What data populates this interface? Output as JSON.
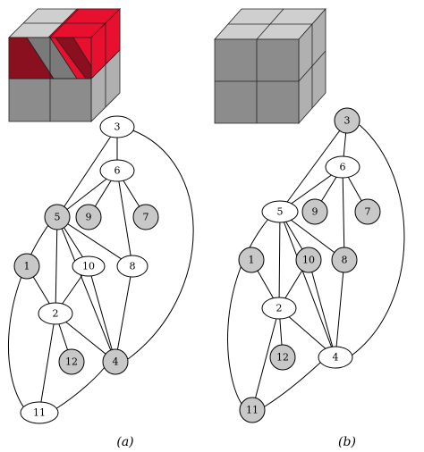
{
  "colors": {
    "filled_node": "#c8c8c8",
    "empty_node": "#ffffff",
    "cube_top": "#cfcfcf",
    "cube_front": "#8c8c8c",
    "cube_side": "#b0b0b0",
    "cube_front_dark": "#7a7a7a",
    "highlight_red": "#e8102e",
    "highlight_red_dark": "#8a0f1f"
  },
  "panels": [
    {
      "id": "a",
      "caption": "(a)",
      "nodes": [
        {
          "id": "3",
          "label": "3",
          "filled": false
        },
        {
          "id": "6",
          "label": "6",
          "filled": false
        },
        {
          "id": "5",
          "label": "5",
          "filled": true
        },
        {
          "id": "9",
          "label": "9",
          "filled": true
        },
        {
          "id": "7",
          "label": "7",
          "filled": true
        },
        {
          "id": "1",
          "label": "1",
          "filled": true
        },
        {
          "id": "10",
          "label": "10",
          "filled": false
        },
        {
          "id": "8",
          "label": "8",
          "filled": false
        },
        {
          "id": "2",
          "label": "2",
          "filled": false
        },
        {
          "id": "12",
          "label": "12",
          "filled": true
        },
        {
          "id": "4",
          "label": "4",
          "filled": true
        },
        {
          "id": "11",
          "label": "11",
          "filled": false
        }
      ],
      "edges": [
        [
          "3",
          "6"
        ],
        [
          "3",
          "5"
        ],
        [
          "6",
          "5"
        ],
        [
          "6",
          "9"
        ],
        [
          "6",
          "7"
        ],
        [
          "6",
          "8"
        ],
        [
          "5",
          "8"
        ],
        [
          "5",
          "10"
        ],
        [
          "5",
          "2"
        ],
        [
          "1",
          "2"
        ],
        [
          "10",
          "2"
        ],
        [
          "10",
          "4"
        ],
        [
          "2",
          "4"
        ],
        [
          "2",
          "12"
        ],
        [
          "2",
          "11"
        ],
        [
          "8",
          "4"
        ],
        [
          "3",
          "4"
        ],
        [
          "5",
          "11"
        ],
        [
          "5",
          "4"
        ],
        [
          "11",
          "4"
        ]
      ]
    },
    {
      "id": "b",
      "caption": "(b)",
      "nodes": [
        {
          "id": "3",
          "label": "3",
          "filled": true
        },
        {
          "id": "6",
          "label": "6",
          "filled": false
        },
        {
          "id": "5",
          "label": "5",
          "filled": false
        },
        {
          "id": "9",
          "label": "9",
          "filled": true
        },
        {
          "id": "7",
          "label": "7",
          "filled": true
        },
        {
          "id": "1",
          "label": "1",
          "filled": true
        },
        {
          "id": "10",
          "label": "10",
          "filled": true
        },
        {
          "id": "8",
          "label": "8",
          "filled": true
        },
        {
          "id": "2",
          "label": "2",
          "filled": false
        },
        {
          "id": "12",
          "label": "12",
          "filled": true
        },
        {
          "id": "4",
          "label": "4",
          "filled": false
        },
        {
          "id": "11",
          "label": "11",
          "filled": true
        }
      ],
      "edges": [
        [
          "3",
          "6"
        ],
        [
          "3",
          "5"
        ],
        [
          "6",
          "5"
        ],
        [
          "6",
          "9"
        ],
        [
          "6",
          "7"
        ],
        [
          "6",
          "8"
        ],
        [
          "5",
          "8"
        ],
        [
          "5",
          "10"
        ],
        [
          "5",
          "2"
        ],
        [
          "1",
          "2"
        ],
        [
          "10",
          "2"
        ],
        [
          "10",
          "4"
        ],
        [
          "2",
          "4"
        ],
        [
          "2",
          "12"
        ],
        [
          "2",
          "11"
        ],
        [
          "8",
          "4"
        ],
        [
          "3",
          "4"
        ],
        [
          "5",
          "11"
        ],
        [
          "5",
          "4"
        ],
        [
          "11",
          "4"
        ]
      ]
    }
  ]
}
